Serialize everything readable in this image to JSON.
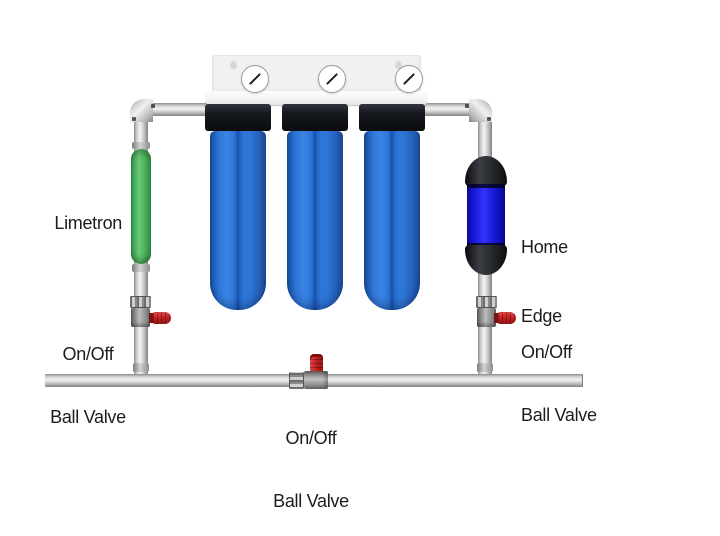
{
  "labels": {
    "limetron": "Limetron",
    "home_edge": {
      "line1": "Home",
      "line2": "Edge"
    }
  },
  "valve_labels": [
    {
      "position": "left",
      "line1": "On/Off",
      "line2": "Ball Valve"
    },
    {
      "position": "bottom-center",
      "line1": "On/Off",
      "line2": "Ball Valve"
    },
    {
      "position": "right",
      "line1": "On/Off",
      "line2": "Ball Valve"
    }
  ],
  "components": {
    "filter_count": 3,
    "gauge_count": 3,
    "valve_count": 3,
    "icon_names": [
      "pressure-gauge-icon",
      "mounting-keyhole-icon"
    ]
  },
  "colors": {
    "filter_blue": "#2d74d4",
    "cap_black": "#0a0c0f",
    "limetron_green": "#55bb64",
    "home_edge_blue": "#3333ff",
    "valve_red": "#c22020",
    "pipe_gray": "#c9c9c9",
    "bracket_white": "#f1f1f1",
    "label_text": "#1c1c1c"
  }
}
